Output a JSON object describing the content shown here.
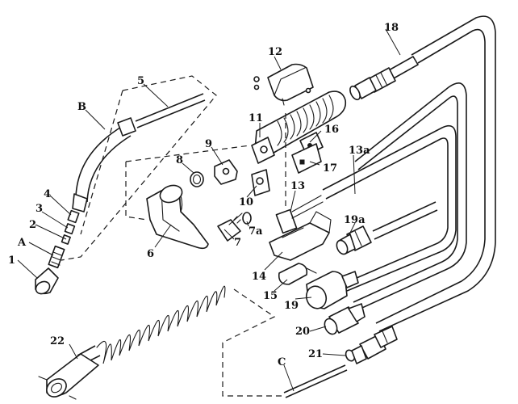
{
  "labels": {
    "p1": "1",
    "p2": "2",
    "p3": "3",
    "p4": "4",
    "p5": "5",
    "p6": "6",
    "p7": "7",
    "p7a": "7a",
    "p8": "8",
    "p9": "9",
    "p10": "10",
    "p11": "11",
    "p12": "12",
    "p13": "13",
    "p13a": "13a",
    "p14": "14",
    "p15": "15",
    "p16": "16",
    "p17": "17",
    "p18": "18",
    "p19": "19",
    "p19a": "19a",
    "p20": "20",
    "p21": "21",
    "p22": "22",
    "A": "A",
    "B": "B",
    "C": "C"
  }
}
